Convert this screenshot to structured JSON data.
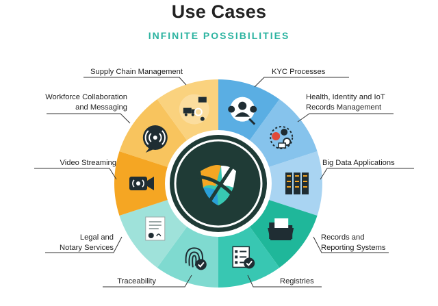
{
  "header": {
    "title": "Use Cases",
    "subtitle": "INFINITE POSSIBILITIES"
  },
  "colors": {
    "blue_dark": "#5aaee3",
    "blue_mid": "#86c3ec",
    "blue_light": "#a9d4f2",
    "teal_dark": "#1fb79a",
    "teal_mid": "#38c7b2",
    "teal_light": "#7fdad0",
    "orange": "#f5a623",
    "orange_light": "#f8c45e",
    "yellow": "#fad27e",
    "hub": "#1f3b36",
    "text": "#222222",
    "accent": "#2bb3a0"
  },
  "use_cases": [
    {
      "label_lines": [
        "Supply Chain Management"
      ],
      "icon": "supply-chain-icon"
    },
    {
      "label_lines": [
        "KYC Processes"
      ],
      "icon": "kyc-icon"
    },
    {
      "label_lines": [
        "Workforce Collaboration",
        "and Messaging"
      ],
      "icon": "messaging-icon"
    },
    {
      "label_lines": [
        "Health, Identity and IoT",
        "Records Management"
      ],
      "icon": "iot-health-icon"
    },
    {
      "label_lines": [
        "Video Streaming"
      ],
      "icon": "video-camera-icon"
    },
    {
      "label_lines": [
        "Big Data Applications"
      ],
      "icon": "server-icon"
    },
    {
      "label_lines": [
        "Legal and",
        "Notary Services"
      ],
      "icon": "legal-document-icon"
    },
    {
      "label_lines": [
        "Records and",
        "Reporting Systems"
      ],
      "icon": "folder-icon"
    },
    {
      "label_lines": [
        "Traceability"
      ],
      "icon": "fingerprint-icon"
    },
    {
      "label_lines": [
        "Registries"
      ],
      "icon": "checklist-icon"
    }
  ],
  "hub_icon": "shield-logo-icon"
}
